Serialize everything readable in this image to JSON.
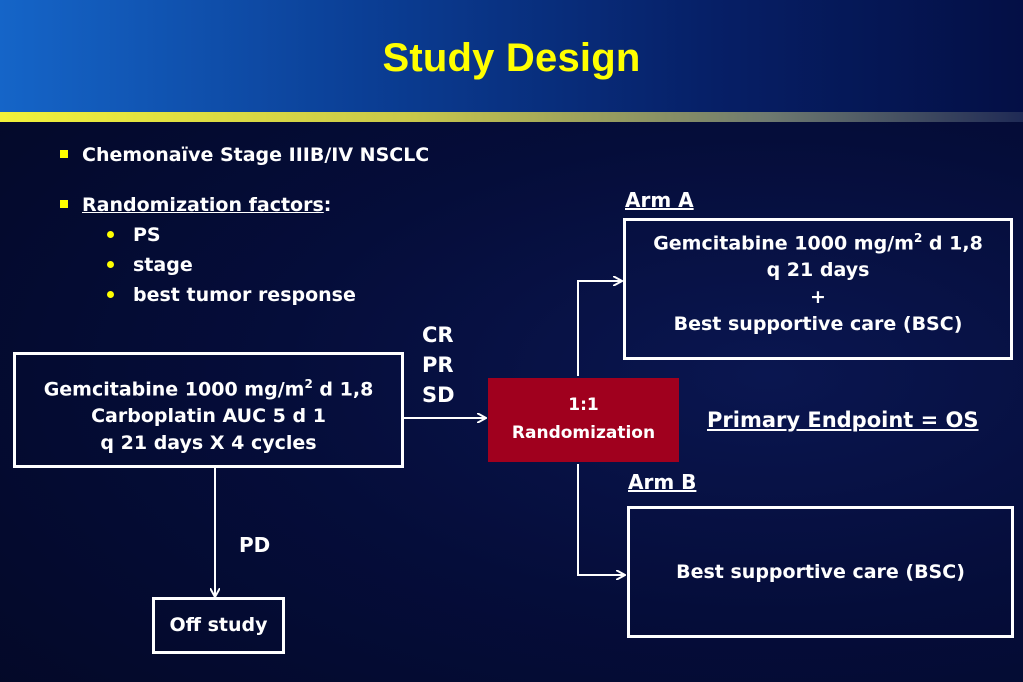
{
  "title": "Study Design",
  "bullets": {
    "b1": "Chemonaïve  Stage IIIB/IV NSCLC",
    "b2_label": "Randomization factors",
    "b2_colon": ":",
    "sub": [
      "PS",
      "stage",
      "best tumor response"
    ]
  },
  "induction": {
    "line1_prefix": "Gemcitabine 1000 mg/m",
    "line1_sup": "2",
    "line1_suffix": " d 1,8",
    "line2": "Carboplatin AUC 5 d 1",
    "line3": "q 21 days X 4 cycles"
  },
  "response": [
    "CR",
    "PR",
    "SD"
  ],
  "pd_label": "PD",
  "off_study": "Off study",
  "randomization": {
    "ratio": "1:1",
    "label": "Randomization"
  },
  "arm_a": {
    "label": "Arm A",
    "line1_prefix": "Gemcitabine 1000 mg/m",
    "line1_sup": "2",
    "line1_suffix": " d 1,8",
    "line2": "q 21 days",
    "line3": "+",
    "line4": "Best supportive care (BSC)"
  },
  "arm_b": {
    "label": "Arm B",
    "text": "Best supportive care (BSC)"
  },
  "endpoint": "Primary Endpoint = OS",
  "colors": {
    "title": "#ffff00",
    "bullet": "#ffff00",
    "randomization": "#a0001e",
    "background": "#050d3a"
  }
}
